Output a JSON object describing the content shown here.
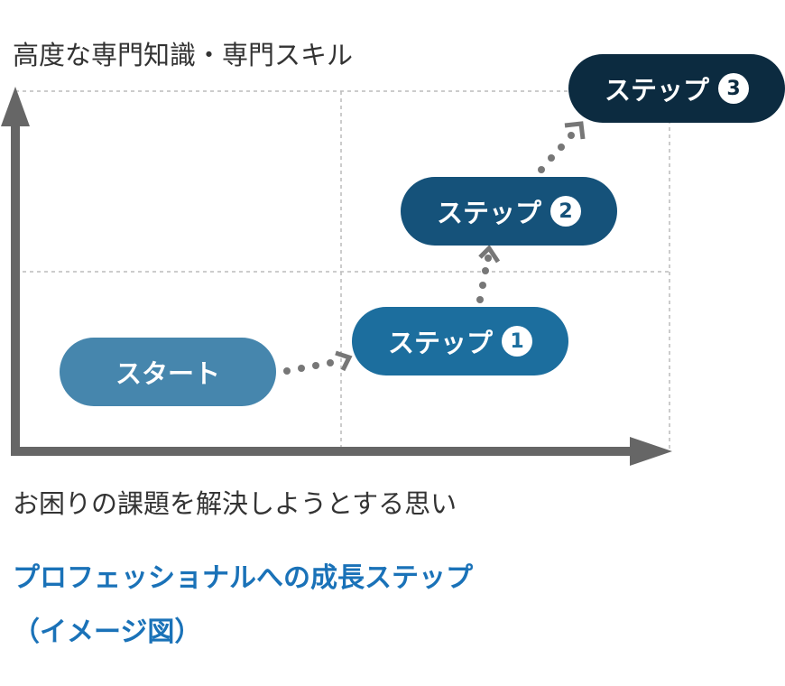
{
  "y_axis_label": "高度な専門知識・専門スキル",
  "x_axis_label": "お困りの課題を解決しようとする思い",
  "steps": [
    {
      "label": "スタート",
      "number": "",
      "color": "#4686ad"
    },
    {
      "label": "ステップ",
      "number": "1",
      "color": "#1c6e9e"
    },
    {
      "label": "ステップ",
      "number": "2",
      "color": "#15527a"
    },
    {
      "label": "ステップ",
      "number": "3",
      "color": "#0c2b40"
    }
  ],
  "caption": {
    "line1": "プロフェッショナルへの成長ステップ",
    "line2": "（イメージ図）",
    "color": "#1a72b8"
  }
}
